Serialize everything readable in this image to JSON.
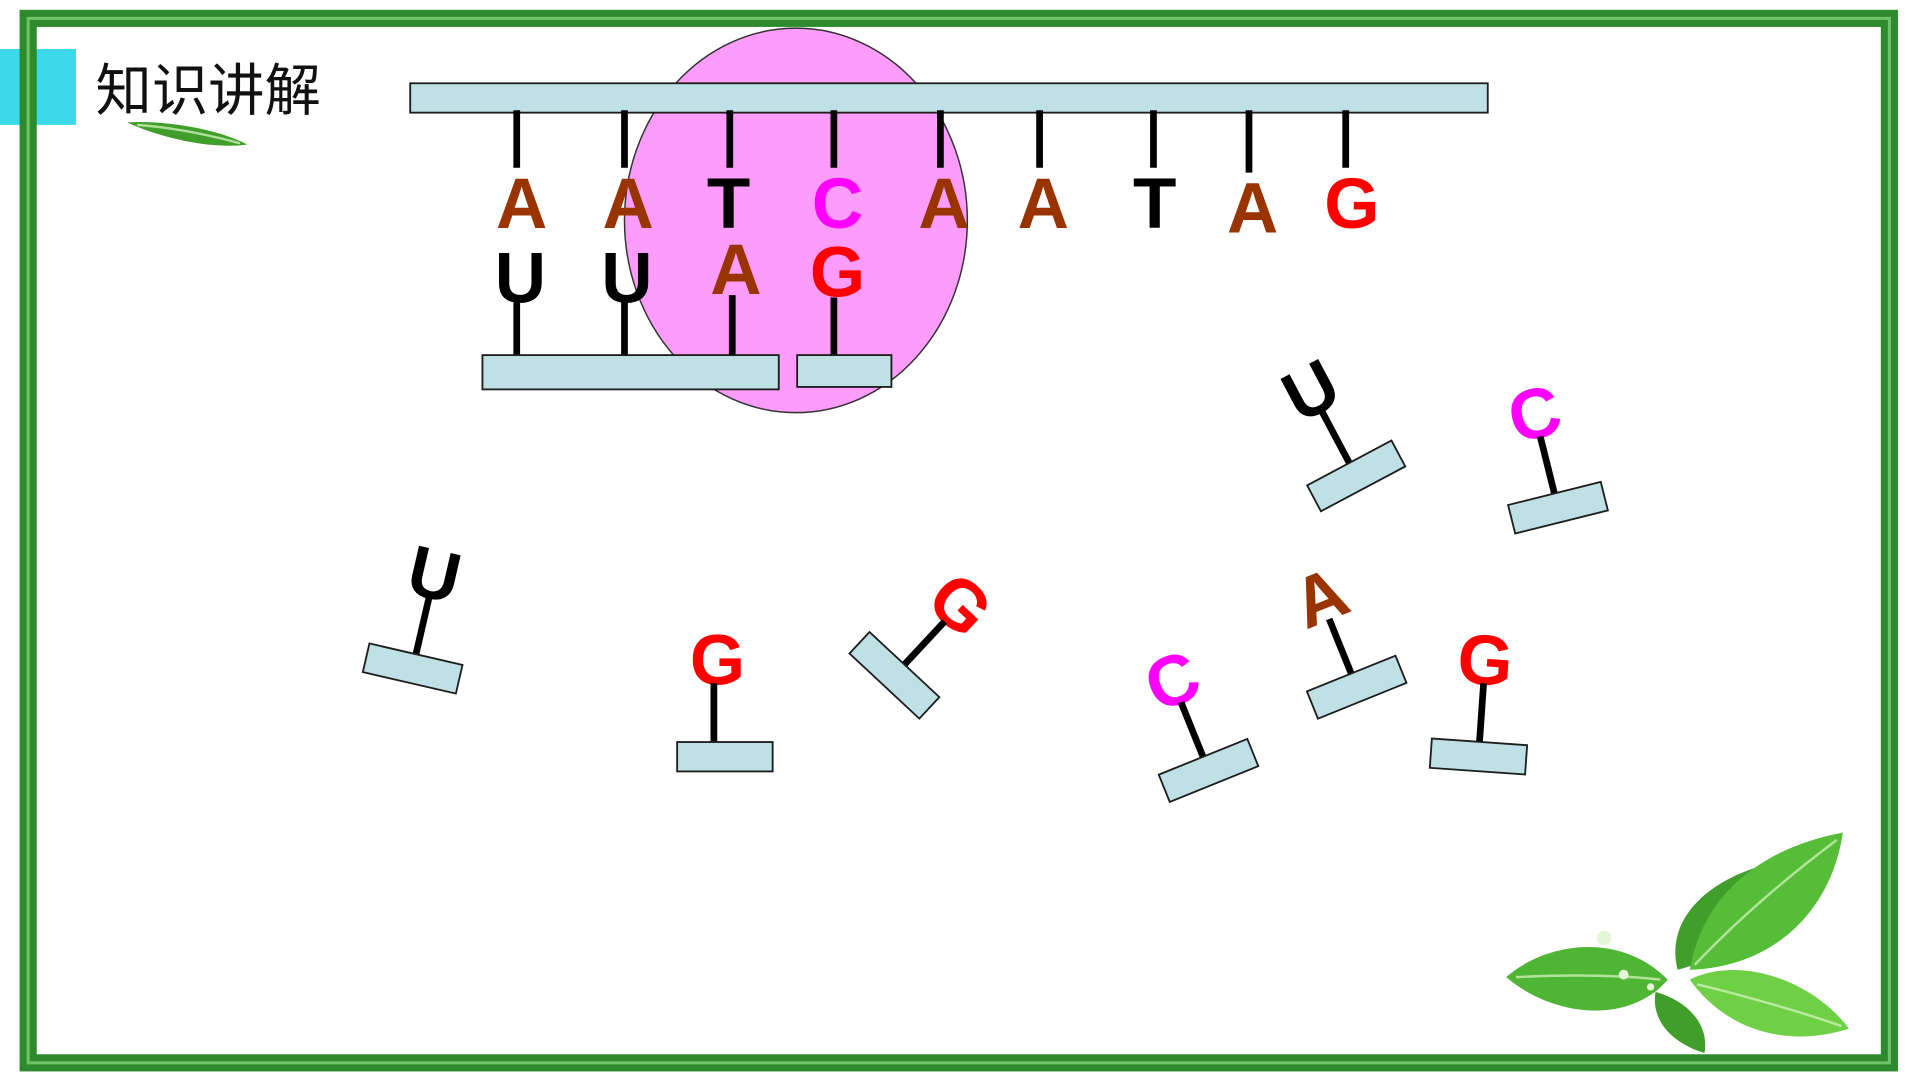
{
  "slide": {
    "title": "知识讲解"
  },
  "colors": {
    "page_background": "#ffffff",
    "frame_green": "#2d8a2d",
    "frame_inner_line": "#72c26a",
    "accent_cyan": "#3cd9ea",
    "backbone_fill": "#bfe0e4",
    "polymerase_pink": "#fd9cfb",
    "leaf_green": "#55bd38"
  },
  "icons": {
    "title_decoration": "leaf-icon",
    "corner_decoration": "leaf-cluster-icon"
  },
  "dna_template_strand": {
    "bases": [
      {
        "base": "A",
        "color": "#993300"
      },
      {
        "base": "A",
        "color": "#993300"
      },
      {
        "base": "T",
        "color": "#000000"
      },
      {
        "base": "C",
        "color": "#ff00ff"
      },
      {
        "base": "A",
        "color": "#993300"
      },
      {
        "base": "A",
        "color": "#993300"
      },
      {
        "base": "T",
        "color": "#000000"
      },
      {
        "base": "A",
        "color": "#993300"
      },
      {
        "base": "G",
        "color": "#ff0000"
      }
    ]
  },
  "rna_transcript": {
    "bases": [
      {
        "base": "U",
        "color": "#000000"
      },
      {
        "base": "U",
        "color": "#000000"
      },
      {
        "base": "A",
        "color": "#993300"
      },
      {
        "base": "G",
        "color": "#ff0000"
      }
    ]
  },
  "free_nucleotides": [
    {
      "base": "U",
      "color": "#000000"
    },
    {
      "base": "G",
      "color": "#ff0000"
    },
    {
      "base": "G",
      "color": "#ff0000"
    },
    {
      "base": "C",
      "color": "#ff00ff"
    },
    {
      "base": "A",
      "color": "#993300"
    },
    {
      "base": "G",
      "color": "#ff0000"
    },
    {
      "base": "U",
      "color": "#000000"
    },
    {
      "base": "C",
      "color": "#ff00ff"
    }
  ]
}
